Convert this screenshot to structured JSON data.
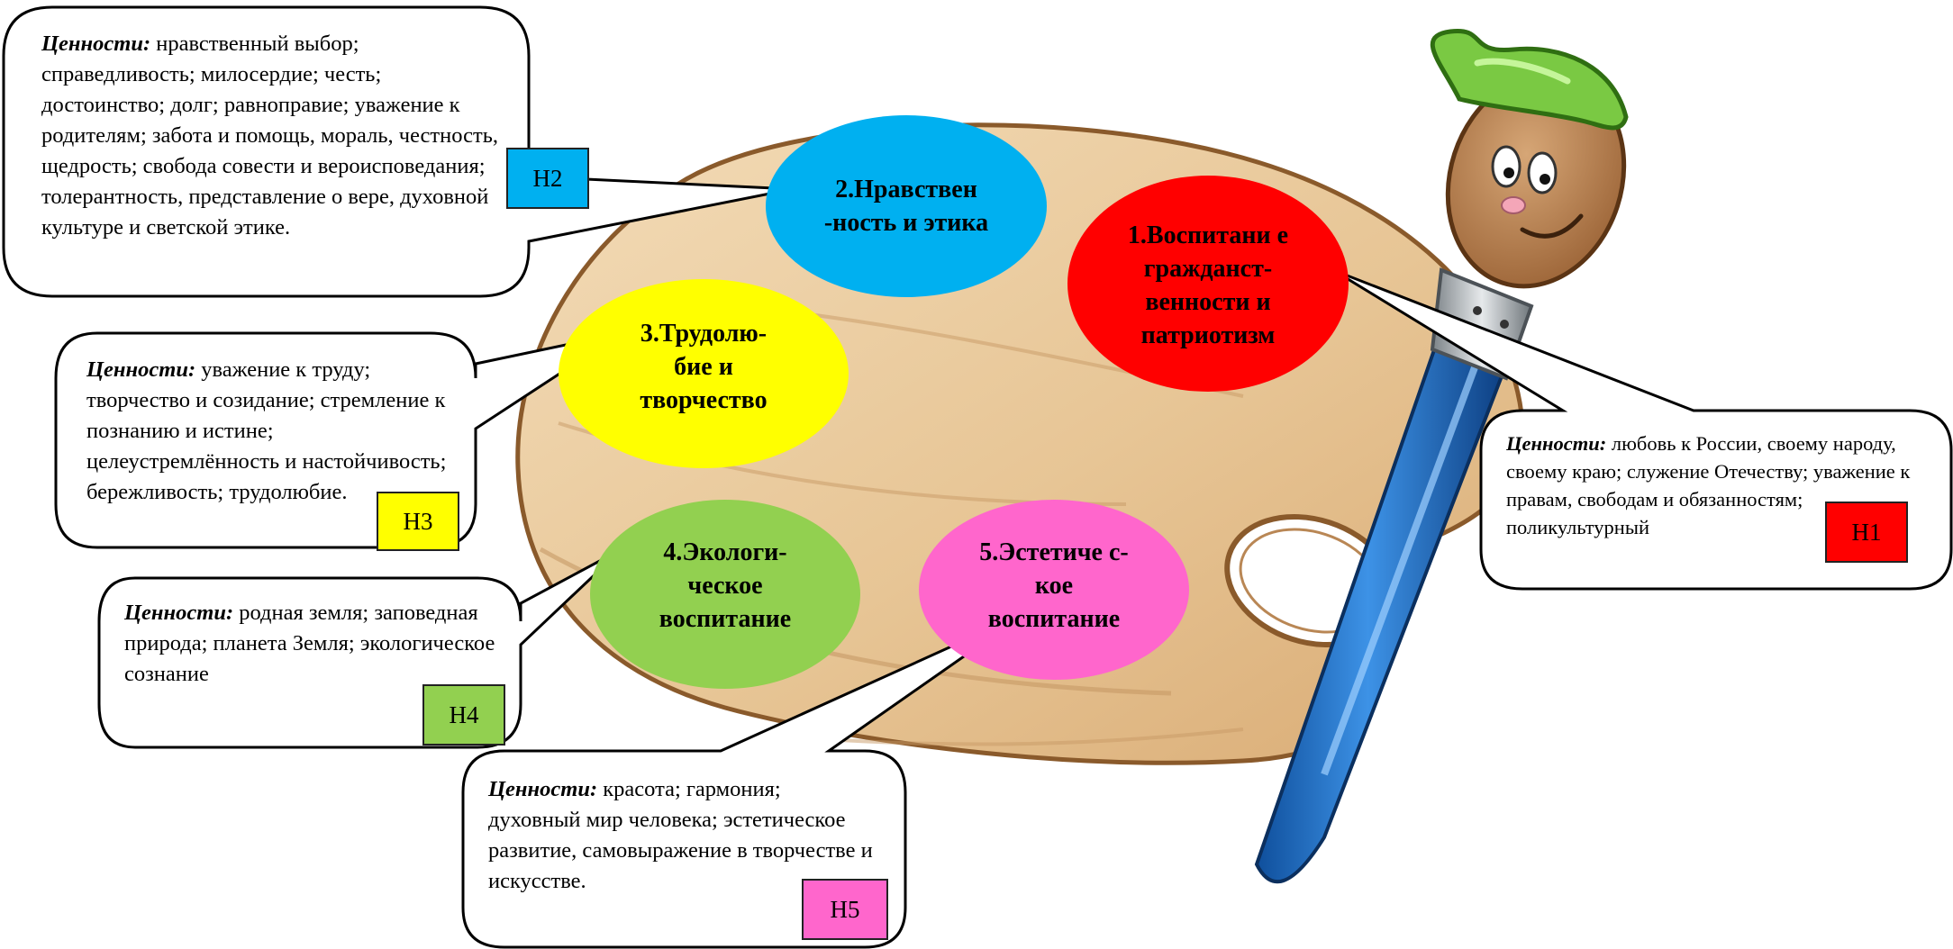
{
  "colors": {
    "h1": "#ff0000",
    "h2": "#00b0f0",
    "h3": "#ffff00",
    "h4": "#92d050",
    "h5": "#ff66cc",
    "palette_wood": "#e9c9a0",
    "brush_blue": "#1f6fc4"
  },
  "icons": [
    "paint-palette-illustration",
    "cartoon-paintbrush-illustration"
  ],
  "areas": [
    {
      "id": "h1",
      "label": "1.Воспитани е гражданст- венности и патриотизм"
    },
    {
      "id": "h2",
      "label": "2.Нравствен -ность и этика"
    },
    {
      "id": "h3",
      "label": "3.Трудолю- бие и творчество"
    },
    {
      "id": "h4",
      "label": "4.Экологи- ческое воспитание"
    },
    {
      "id": "h5",
      "label": "5.Эстетиче с-кое воспитание"
    }
  ],
  "callouts": [
    {
      "id": "h1",
      "lead": "Ценности:",
      "text": " любовь к России, своему народу, своему краю; служение Отечеству; уважение к правам, свободам и обязанностям; поликультурный",
      "tag": "Н1"
    },
    {
      "id": "h2",
      "lead": "Ценности:",
      "text": " нравственный выбор; справедливость; милосердие; честь; достоинство; долг; равноправие; уважение к родителям; забота и помощь, мораль, честность, щедрость; свобода совести и вероисповедания; толерантность, представление о вере, духовной культуре и светской этике.",
      "tag": "Н2"
    },
    {
      "id": "h3",
      "lead": "Ценности:",
      "text": " уважение к труду; творчество и созидание; стремление к познанию и истине; целеустремлённость и настойчивость; бережливость; трудолюбие.",
      "tag": "Н3"
    },
    {
      "id": "h4",
      "lead": "Ценности:",
      "text": " родная земля; заповедная природа; планета Земля; экологическое сознание",
      "tag": "Н4"
    },
    {
      "id": "h5",
      "lead": "Ценности:",
      "text": " красота; гармония; духовный мир человека; эстетическое развитие, самовыражение в творчестве и искусстве.",
      "tag": "Н5"
    }
  ]
}
